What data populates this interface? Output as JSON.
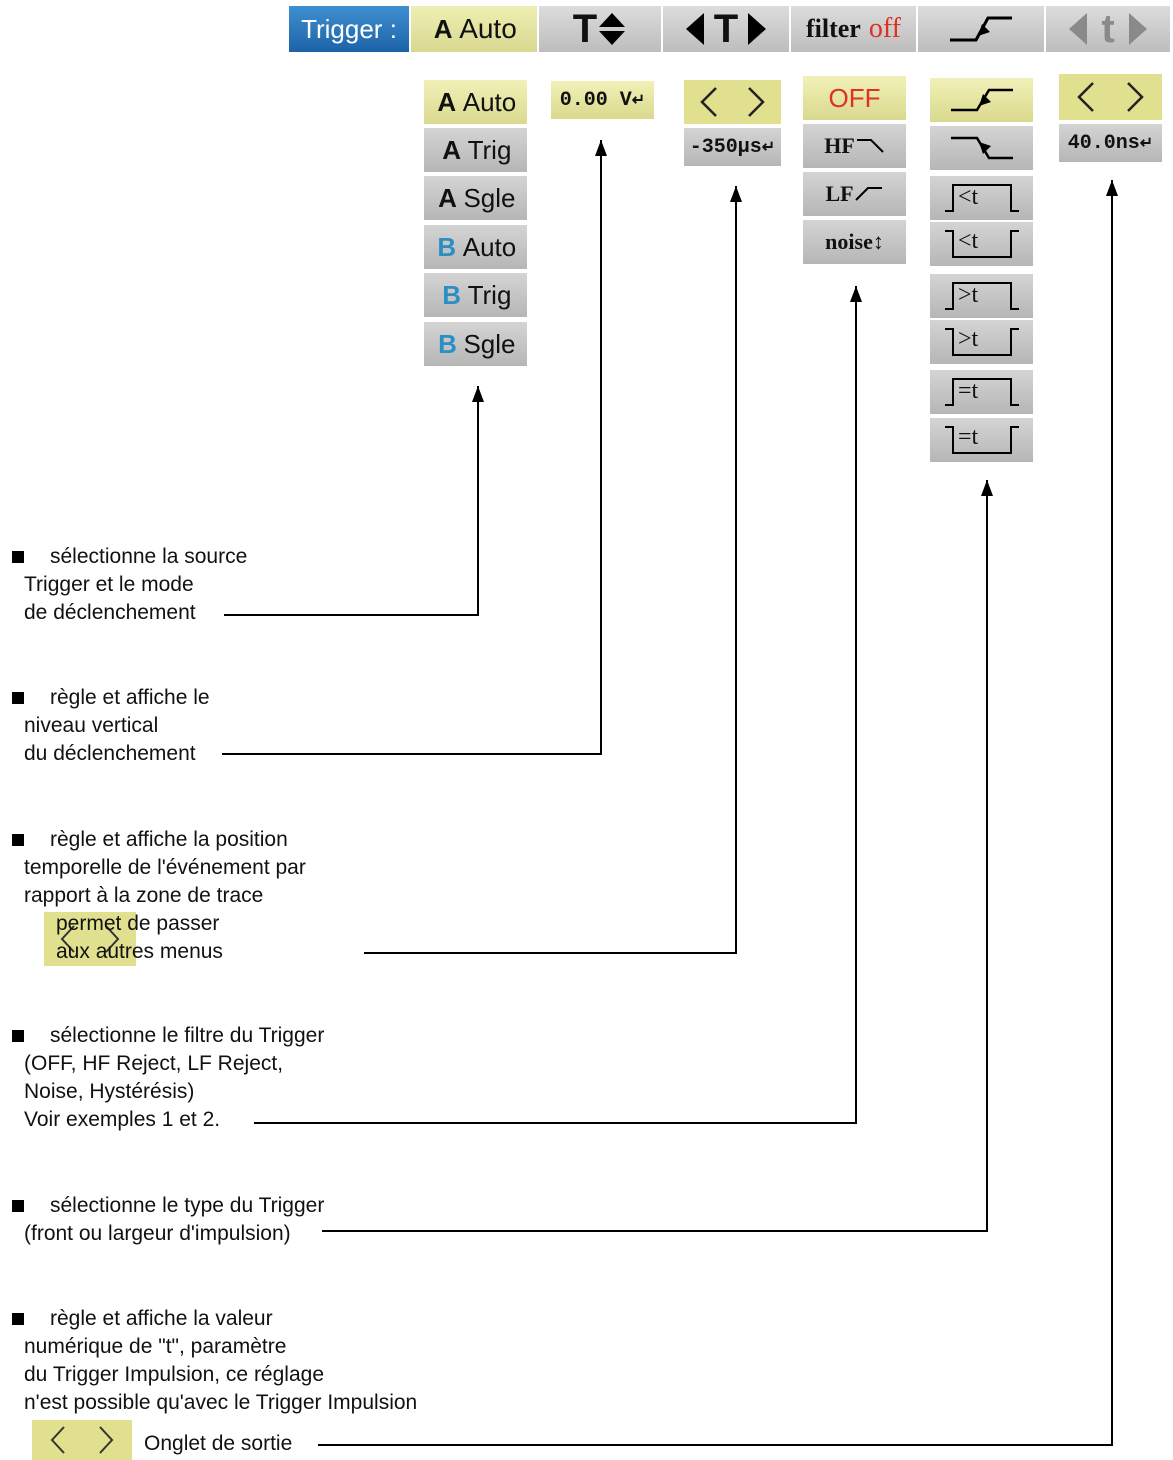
{
  "toolbar": {
    "trigger_label": "Trigger :",
    "mode_value": "Auto",
    "mode_source": "A",
    "level_label": "T",
    "position_label": "T",
    "filter_label": "filter",
    "filter_value": "off",
    "t_label": "t"
  },
  "source_menu": [
    {
      "source": "A",
      "mode": "Auto"
    },
    {
      "source": "A",
      "mode": "Trig"
    },
    {
      "source": "A",
      "mode": "Sgle"
    },
    {
      "source": "B",
      "mode": "Auto"
    },
    {
      "source": "B",
      "mode": "Trig"
    },
    {
      "source": "B",
      "mode": "Sgle"
    }
  ],
  "level_value": "0.00 V",
  "position_value": "-350µs",
  "filter_menu": [
    "OFF",
    "HF",
    "LF",
    "noise"
  ],
  "type_menu": [
    "rising-edge",
    "falling-edge",
    "<t",
    "<t",
    ">t",
    ">t",
    "=t",
    "=t"
  ],
  "t_value": "40.0ns",
  "descriptions": {
    "source": [
      "sélectionne la source",
      "Trigger et le mode",
      "de déclenchement"
    ],
    "level": [
      "règle et affiche le",
      "niveau vertical",
      "du déclenchement"
    ],
    "position": [
      "règle et affiche la position",
      "temporelle de l'événement par",
      "rapport à la zone de trace",
      "permet de passer",
      "aux autres menus"
    ],
    "filter": [
      "sélectionne le filtre du Trigger",
      "(OFF, HF Reject, LF Reject,",
      "Noise, Hystérésis)",
      "Voir exemples 1 et 2."
    ],
    "type": [
      "sélectionne le type du Trigger",
      "(front ou largeur d'impulsion)"
    ],
    "t_value": [
      "règle et affiche la valeur",
      "numérique de \"t\", paramètre",
      "du Trigger Impulsion, ce réglage",
      "n'est possible qu'avec le Trigger Impulsion"
    ],
    "exit_tab": "Onglet de sortie"
  }
}
